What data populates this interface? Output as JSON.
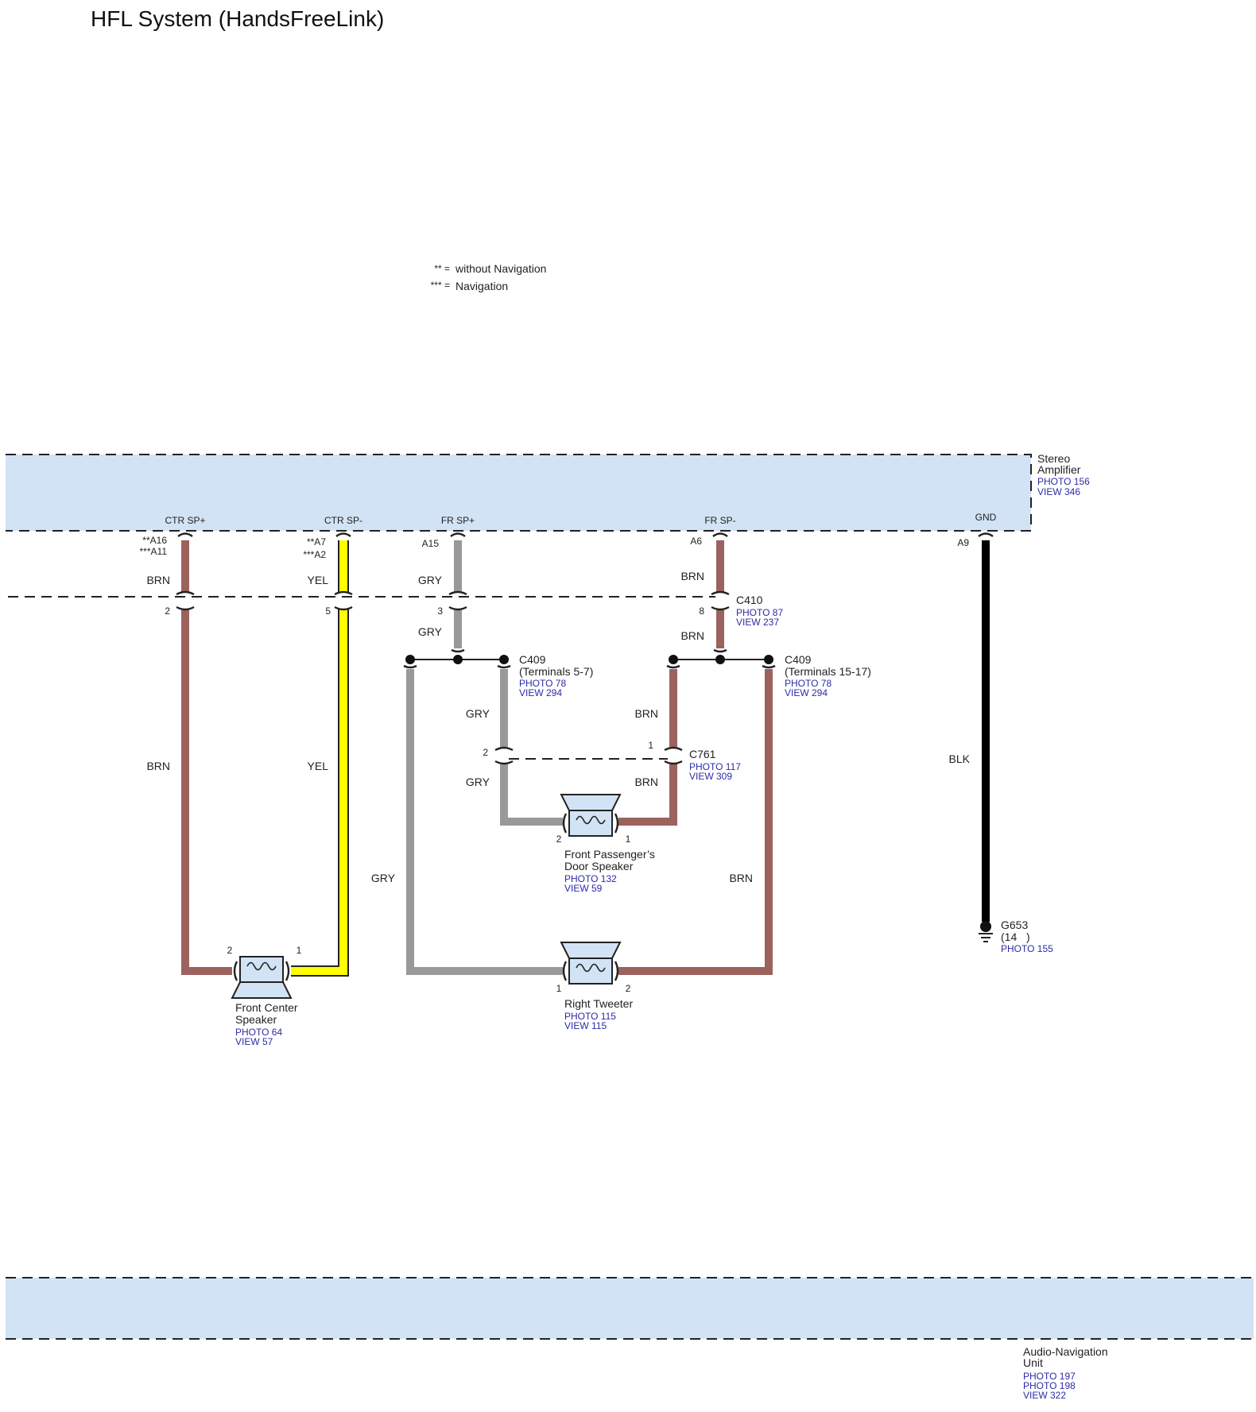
{
  "title": "HFL System (HandsFreeLink)",
  "legend": [
    {
      "key": "** =",
      "text": "without Navigation"
    },
    {
      "key": "*** =",
      "text": "Navigation"
    }
  ],
  "stereo_amplifier": {
    "name_line1": "Stereo",
    "name_line2": "Amplifier",
    "photo": "PHOTO 156",
    "view": "VIEW 346",
    "terminals": {
      "ctr_sp_plus": "CTR SP+",
      "ctr_sp_minus": "CTR SP-",
      "fr_sp_plus": "FR SP+",
      "fr_sp_minus": "FR SP-",
      "gnd": "GND"
    }
  },
  "pins": {
    "a16": "**A16",
    "a11": "***A11",
    "a7": "**A7",
    "a2": "***A2",
    "a15": "A15",
    "a6": "A6",
    "a9": "A9",
    "c410_ctr_plus": "2",
    "c410_ctr_minus": "5",
    "c410_fr_plus": "3",
    "c410_fr_minus": "8",
    "c761_gry": "2",
    "c761_brn": "1",
    "door_spk_left": "2",
    "door_spk_right": "1",
    "center_spk_left": "2",
    "center_spk_right": "1",
    "tweeter_left": "1",
    "tweeter_right": "2"
  },
  "wire_colors": {
    "brn": "BRN",
    "yel": "YEL",
    "gry": "GRY",
    "blk": "BLK"
  },
  "connectors": {
    "c410": {
      "name": "C410",
      "photo": "PHOTO 87",
      "view": "VIEW 237"
    },
    "c409_left": {
      "name": "C409",
      "terminals": "(Terminals 5-7)",
      "photo": "PHOTO 78",
      "view": "VIEW 294"
    },
    "c409_right": {
      "name": "C409",
      "terminals": "(Terminals 15-17)",
      "photo": "PHOTO 78",
      "view": "VIEW 294"
    },
    "c761": {
      "name": "C761",
      "photo": "PHOTO 117",
      "view": "VIEW 309"
    }
  },
  "ground": {
    "name": "G653",
    "detail_open": "(14",
    "detail_close": ")",
    "photo": "PHOTO 155"
  },
  "speakers": {
    "door": {
      "line1": "Front Passenger’s",
      "line2": "Door Speaker",
      "photo": "PHOTO 132",
      "view": "VIEW 59"
    },
    "center": {
      "line1": "Front Center",
      "line2": "Speaker",
      "photo": "PHOTO 64",
      "view": "VIEW 57"
    },
    "tweeter": {
      "line1": "Right Tweeter",
      "photo": "PHOTO 115",
      "view": "VIEW 115"
    }
  },
  "audio_nav": {
    "line1": "Audio-Navigation",
    "line2": "Unit",
    "photo1": "PHOTO 197",
    "photo2": "PHOTO 198",
    "view": "VIEW 322"
  },
  "colors": {
    "component_fill": "#d2e3f5",
    "brown_wire": "#9b625e",
    "yellow_wire": "#ffff00",
    "gray_wire": "#999999",
    "black_wire": "#000000",
    "reference_text": "#2b2ba8"
  }
}
